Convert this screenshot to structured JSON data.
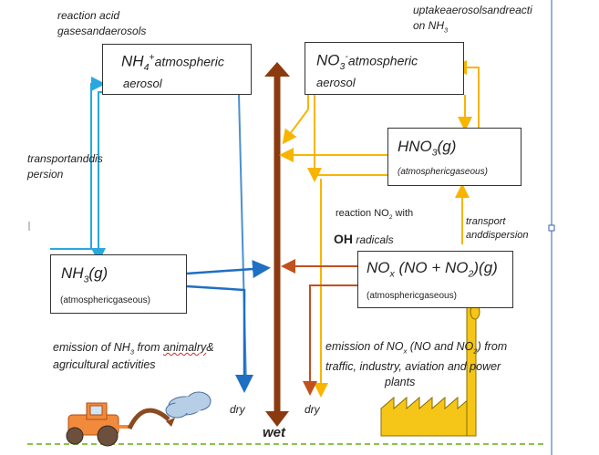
{
  "labels": {
    "reaction_acid_line1": "reaction acid",
    "reaction_acid_line2": "gasesandaerosols",
    "uptake_line1": "uptakeaerosolsandreacti",
    "uptake_line2": "on NH",
    "uptake_sub": "3",
    "transport_line1": "transportanddis",
    "transport_line2": "persion",
    "reaction_no2_pre": "reaction NO",
    "reaction_no2_sub": "2",
    "reaction_no2_post": " with",
    "oh_bold": "OH",
    "oh_rest": " radicals",
    "transport_right_line1": "transport",
    "transport_right_line2": "anddispersion",
    "dry_left": "dry",
    "dry_right": "dry",
    "wet": "wet",
    "emission_nh3_pre": "emission of NH",
    "emission_nh3_sub": "3",
    "emission_nh3_mid": " from ",
    "emission_nh3_wavy": "animalry",
    "emission_nh3_post": "&",
    "emission_nh3_line2": "agricultural activities",
    "emission_nox_pre": "emission of NO",
    "emission_nox_sub": "x",
    "emission_nox_mid": " (NO and NO",
    "emission_nox_sub2": "2",
    "emission_nox_post": ") from",
    "emission_nox_line2": "traffic, industry, aviation and power",
    "emission_nox_line3": "plants"
  },
  "boxes": {
    "nh4": {
      "pre": "NH",
      "sub": "4",
      "sup": "+",
      "post": "atmospheric",
      "line2": "aerosol"
    },
    "no3": {
      "pre": "NO",
      "sub": "3",
      "sup": "-",
      "post": "atmospheric",
      "line2": "aerosol"
    },
    "hno3": {
      "pre": "HNO",
      "sub": "3",
      "post": "(g)",
      "line2": "(atmosphericgaseous)"
    },
    "nh3": {
      "pre": "NH",
      "sub": "3",
      "post": "(g)",
      "line2": "(atmosphericgaseous)"
    },
    "nox": {
      "pre": "NO",
      "sub": "x",
      "mid": " (NO + NO",
      "sub2": "2",
      "post": ")(g)",
      "line2": "(atmosphericgaseous)"
    }
  },
  "colors": {
    "blue": "#1f6fc2",
    "light_blue": "#29a8e0",
    "orange": "#f7b500",
    "brown": "#8b3a0f",
    "rust": "#c0511c"
  }
}
